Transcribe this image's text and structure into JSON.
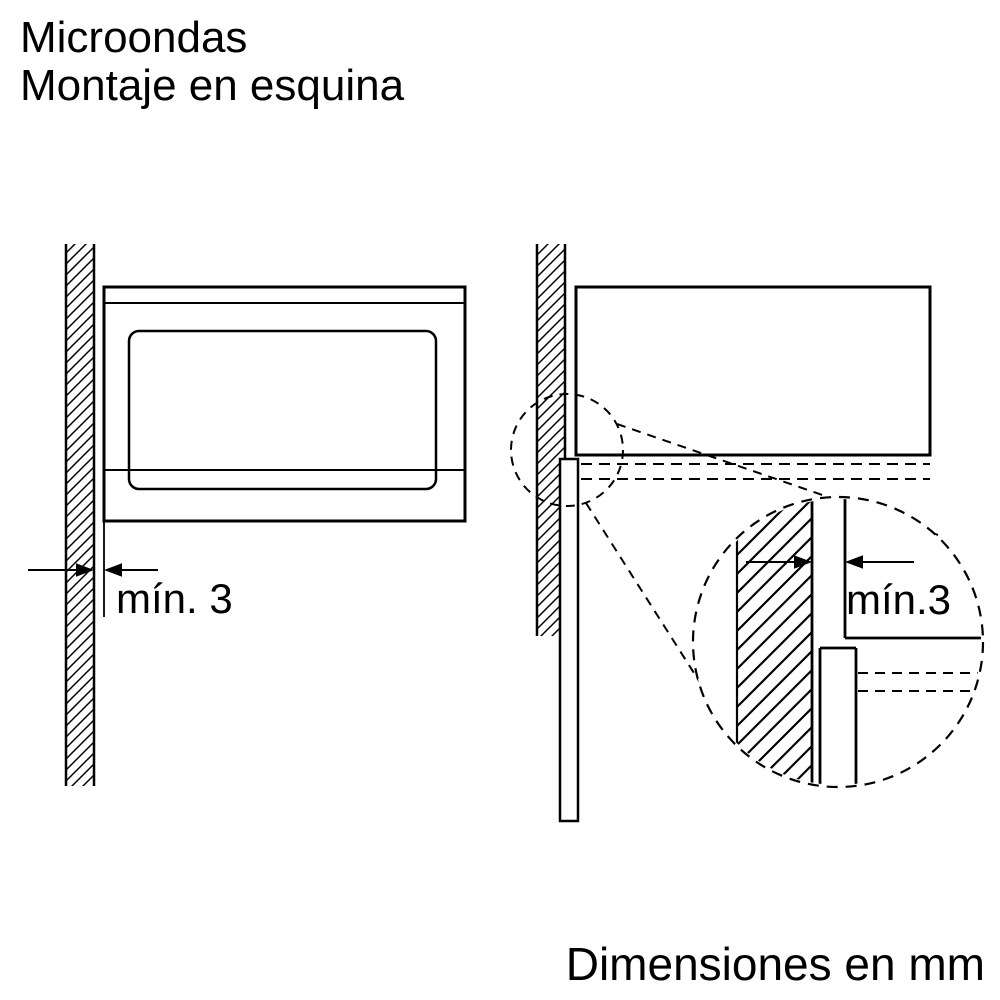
{
  "title": {
    "line1": "Microondas",
    "line2": "Montaje en esquina"
  },
  "front_view": {
    "min_gap_label": "mín. 3"
  },
  "detail_view": {
    "min_gap_label": "mín.3"
  },
  "footer": {
    "units_label": "Dimensiones en mm"
  },
  "colors": {
    "line": "#000000",
    "background": "#ffffff"
  }
}
